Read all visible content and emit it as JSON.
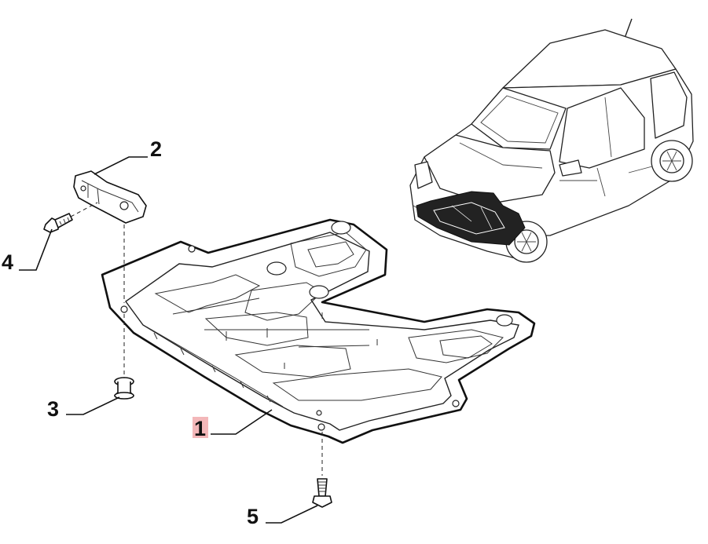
{
  "callouts": [
    {
      "id": "1",
      "label": "1",
      "highlighted": true
    },
    {
      "id": "2",
      "label": "2",
      "highlighted": false
    },
    {
      "id": "3",
      "label": "3",
      "highlighted": false
    },
    {
      "id": "4",
      "label": "4",
      "highlighted": false
    },
    {
      "id": "5",
      "label": "5",
      "highlighted": false
    }
  ],
  "colors": {
    "line": "#111111",
    "highlight": "#f3b7b9",
    "background": "#ffffff"
  },
  "parts": [
    {
      "callout": "1",
      "icon": "underbody-shield-icon"
    },
    {
      "callout": "2",
      "icon": "mounting-bracket-icon"
    },
    {
      "callout": "3",
      "icon": "plug-fastener-icon"
    },
    {
      "callout": "4",
      "icon": "screw-icon"
    },
    {
      "callout": "5",
      "icon": "bolt-icon"
    }
  ],
  "locator": {
    "icon": "car-locator-icon"
  }
}
